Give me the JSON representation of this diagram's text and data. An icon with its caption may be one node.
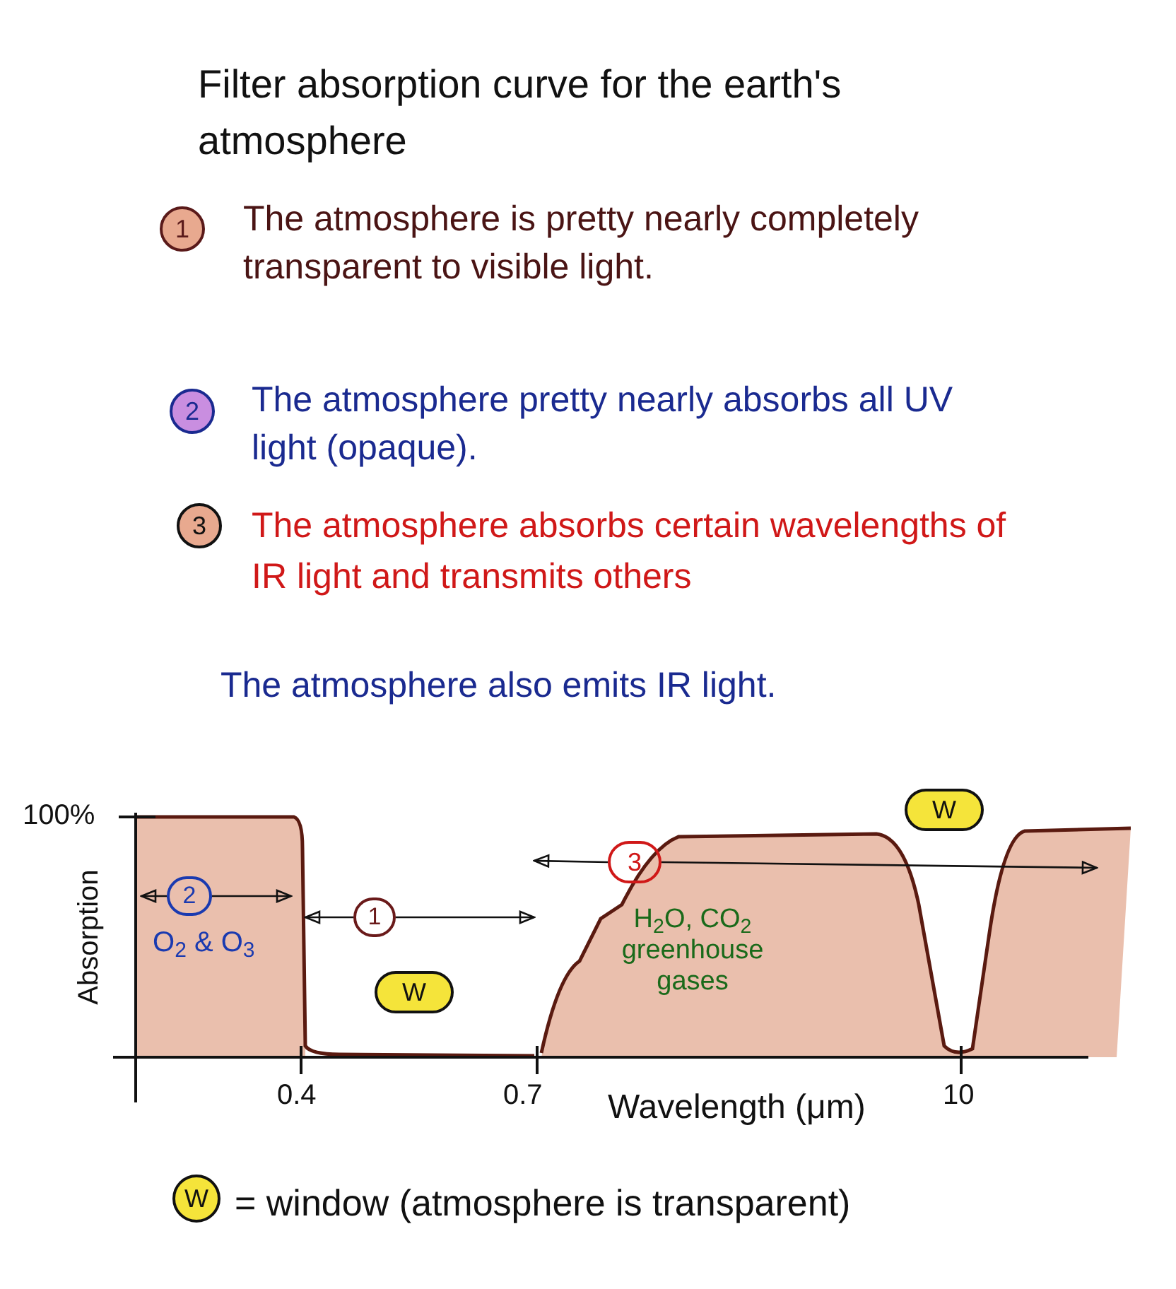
{
  "diagram": {
    "title": "Filter absorption curve for the earth's atmosphere",
    "nodes": [
      {
        "text": [
          "1"
        ],
        "beside": [
          "The atmosphere is pretty nearly completely transparent to visible light."
        ]
      },
      {
        "text": [
          "2"
        ],
        "beside": [
          "The atmosphere pretty nearly absorbs all UV light (opaque)."
        ]
      },
      {
        "text": [
          "3"
        ],
        "beside": [
          "The atmosphere absorbs certain wavelengths of IR light and transmits others",
          "The atmosphere also emits IR light."
        ]
      },
      {
        "text": [
          "2"
        ],
        "beside": [
          "O$_{2}$ & O$_{3}$"
        ]
      },
      {
        "text": [
          "1"
        ]
      },
      {
        "text": [
          "3"
        ]
      },
      {
        "text": [
          "W"
        ]
      },
      {
        "text": [
          "W"
        ]
      },
      {
        "text": [
          "W"
        ],
        "beside": [
          "= window (atmosphere is transparent)"
        ]
      }
    ],
    "edges": [
      {
        "from": 3,
        "to": null,
        "arrow": "to"
      },
      {
        "from": 3,
        "to": null,
        "arrow": "to"
      },
      {
        "from": 4,
        "to": null,
        "arrow": "to"
      },
      {
        "from": 4,
        "to": null,
        "arrow": "to"
      },
      {
        "from": 5,
        "to": null,
        "arrow": "to"
      },
      {
        "from": 5,
        "to": null,
        "arrow": "to"
      }
    ],
    "labels": [
      "100%",
      "Absorption",
      "H$_{2}$O, CO$_{2}$ greenhouse gases",
      "0.4",
      "0.7",
      "Wavelength (μm)",
      "10"
    ]
  }
}
